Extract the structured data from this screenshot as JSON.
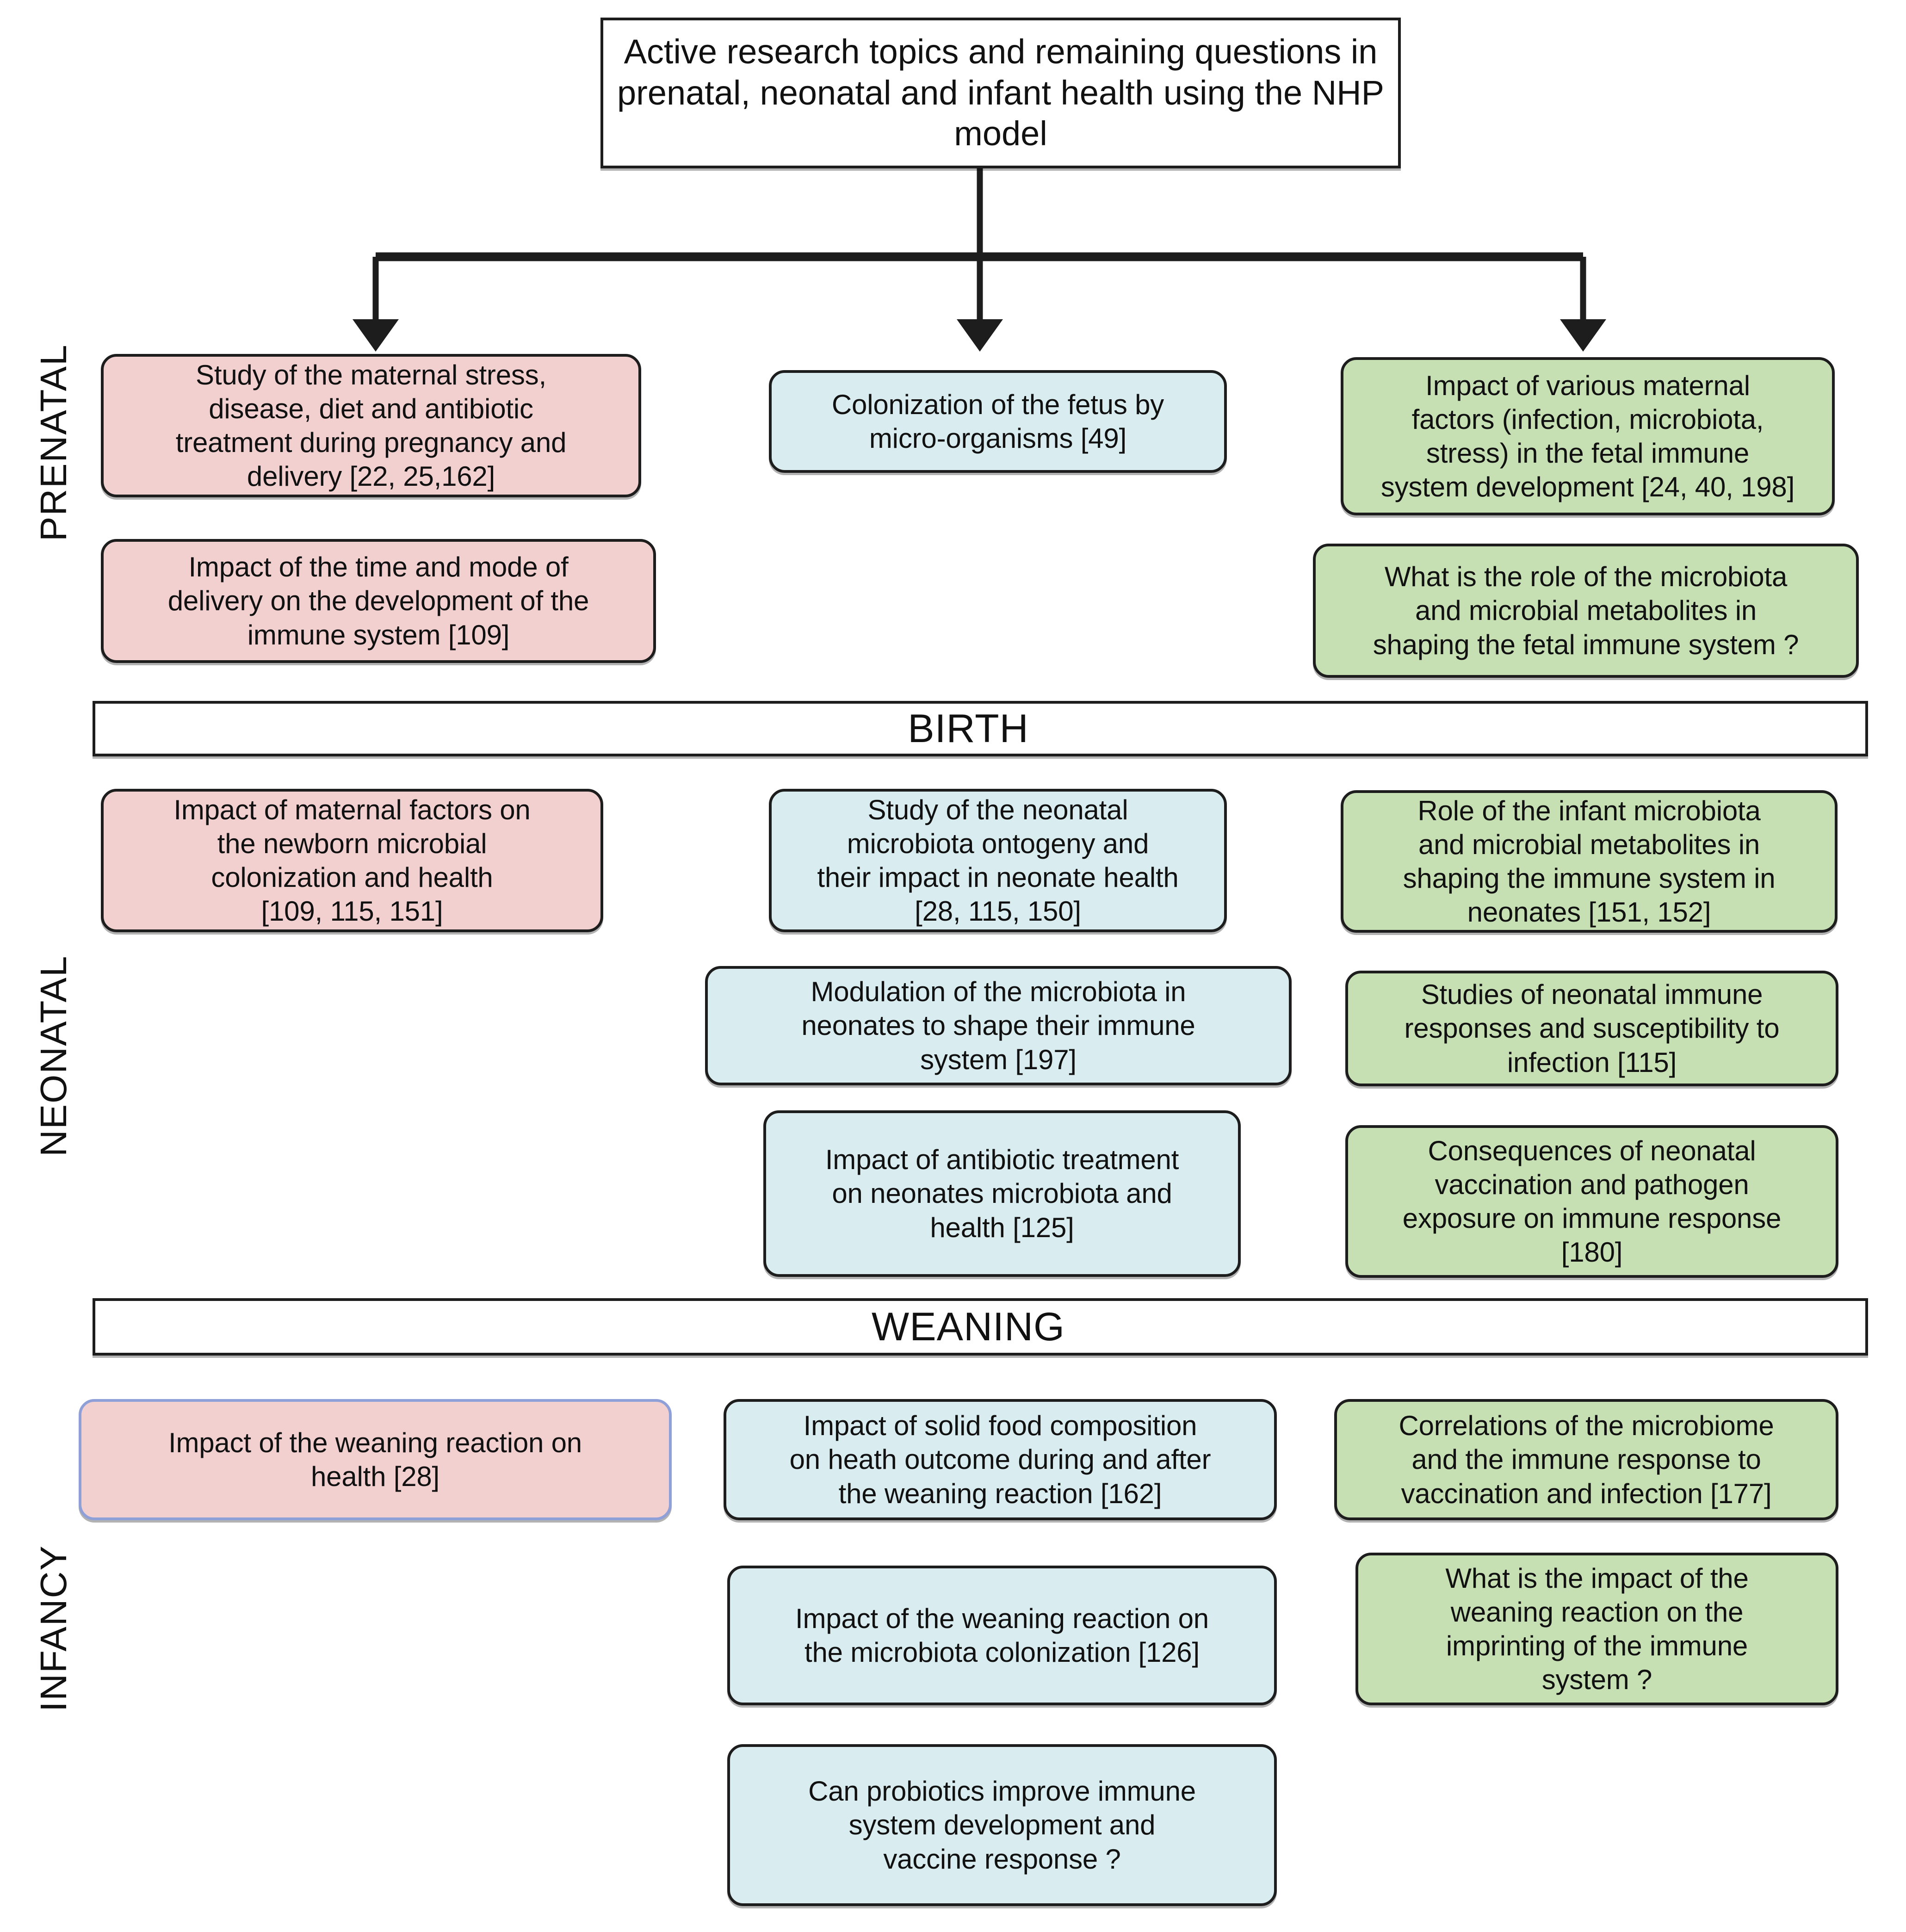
{
  "title": {
    "text": "Active research topics and remaining\nquestions in prenatal, neonatal and\ninfant health using the NHP model"
  },
  "colors": {
    "pink": "#f2d0d0",
    "blue": "#d9ecef",
    "green": "#c6e0b4",
    "stroke": "#1d1d1d",
    "pink_box_alt_stroke": "#8fa0d8",
    "background": "#ffffff"
  },
  "stage_labels": {
    "prenatal": "PRENATAL",
    "neonatal": "NEONATAL",
    "infancy": "INFANCY"
  },
  "banners": {
    "birth": "BIRTH",
    "weaning": "WEANING"
  },
  "prenatal": {
    "pink": [
      "Study of the maternal stress,\ndisease, diet and antibiotic\ntreatment during pregnancy and\ndelivery [22, 25,162]",
      "Impact of the time and mode of\ndelivery on the development of the\nimmune system [109]"
    ],
    "blue": [
      "Colonization of the fetus by\nmicro-organisms [49]"
    ],
    "green": [
      "Impact of various maternal\nfactors (infection, microbiota,\nstress) in the fetal immune\nsystem development [24, 40, 198]",
      "What is the role of the microbiota\nand microbial metabolites in\nshaping the fetal  immune system ?"
    ]
  },
  "neonatal": {
    "pink": [
      "Impact of maternal factors on\nthe newborn microbial\ncolonization and health\n[109, 115, 151]"
    ],
    "blue": [
      "Study of the neonatal\nmicrobiota ontogeny and\ntheir impact in neonate health\n[28, 115, 150]",
      "Modulation of  the microbiota in\nneonates to shape their immune\nsystem [197]",
      "Impact of antibiotic treatment\non neonates microbiota and\nhealth [125]"
    ],
    "green": [
      "Role of the infant microbiota\nand microbial metabolites in\nshaping the immune system in\nneonates [151, 152]",
      "Studies of neonatal immune\nresponses and susceptibility to\ninfection [115]",
      "Consequences of neonatal\nvaccination and pathogen\nexposure on immune response\n[180]"
    ]
  },
  "infancy": {
    "pink": [
      "Impact of the weaning reaction on\nhealth [28]"
    ],
    "blue": [
      "Impact of solid food composition\non heath outcome during and after\nthe weaning reaction [162]",
      "Impact of the weaning reaction on\nthe microbiota colonization [126]",
      "Can probiotics improve immune\nsystem development and\nvaccine response ?"
    ],
    "green": [
      "Correlations of the microbiome\nand the immune response to\nvaccination and infection [177]",
      "What is the impact of the\nweaning reaction on the\nimprinting of the immune\nsystem ?"
    ]
  }
}
